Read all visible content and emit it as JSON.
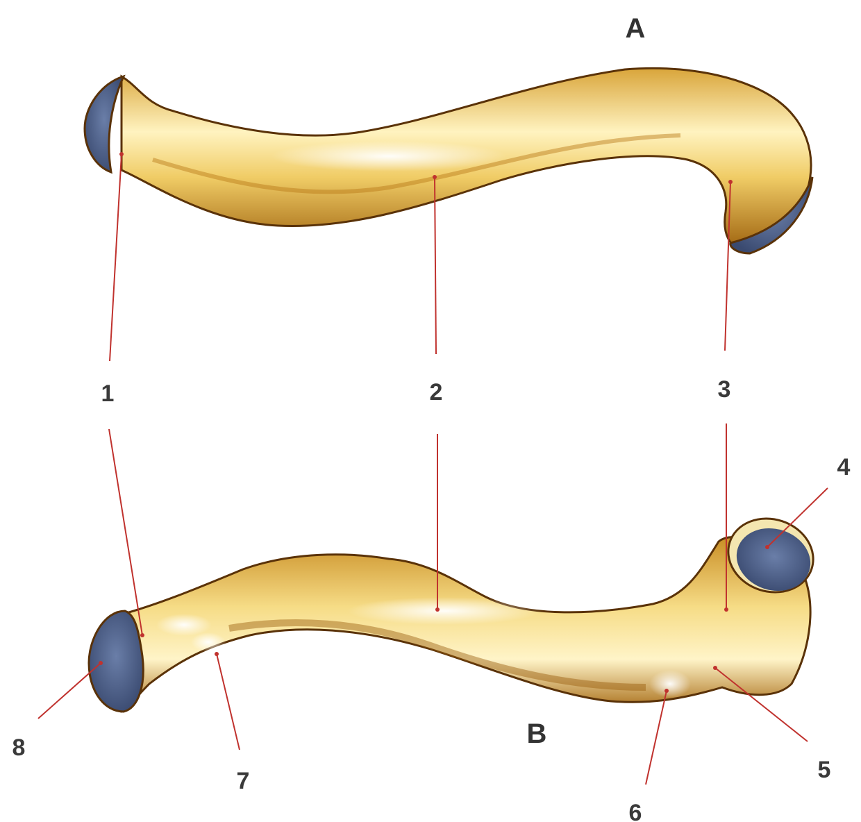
{
  "views": {
    "top": "A",
    "bottom": "B"
  },
  "labels": [
    "1",
    "2",
    "3",
    "4",
    "5",
    "6",
    "7",
    "8"
  ],
  "colors": {
    "bone_light": "#fff6c8",
    "bone_mid": "#edc657",
    "bone_dark": "#a8690f",
    "bone_outline": "#5a3208",
    "articular_surface": "#4f6289",
    "leader_line": "#c0322e",
    "label_text": "#3a3a3a",
    "background": "#ffffff"
  }
}
